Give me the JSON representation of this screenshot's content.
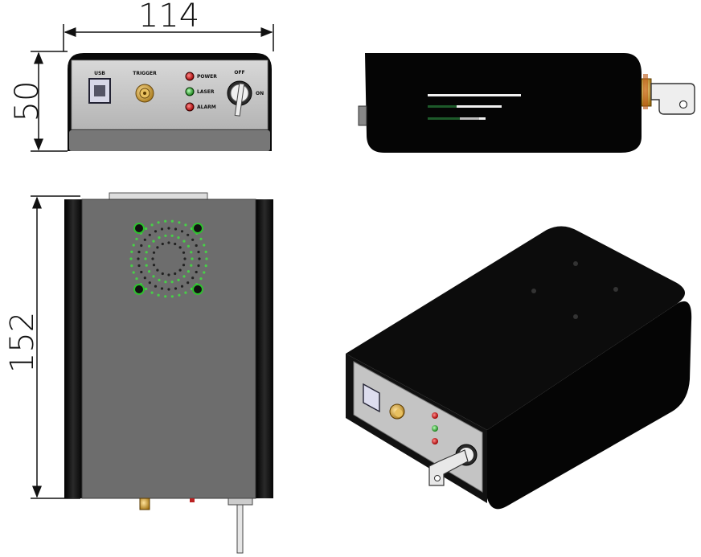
{
  "dimensions": {
    "width": "114",
    "height": "50",
    "length": "152"
  },
  "front_panel": {
    "usb_label": "USB",
    "trigger_label": "TRIGGER",
    "power_label": "POWER",
    "laser_label": "LASER",
    "alarm_label": "ALARM",
    "off_label": "OFF",
    "on_label": "ON"
  },
  "colors": {
    "housing": "#0a0a0a",
    "panel": "#c8c8c8",
    "led_power": "#c81010",
    "led_laser": "#28b028",
    "led_alarm": "#c81010",
    "connector": "#c9a040",
    "stripe_green": "#1d5a2a"
  }
}
